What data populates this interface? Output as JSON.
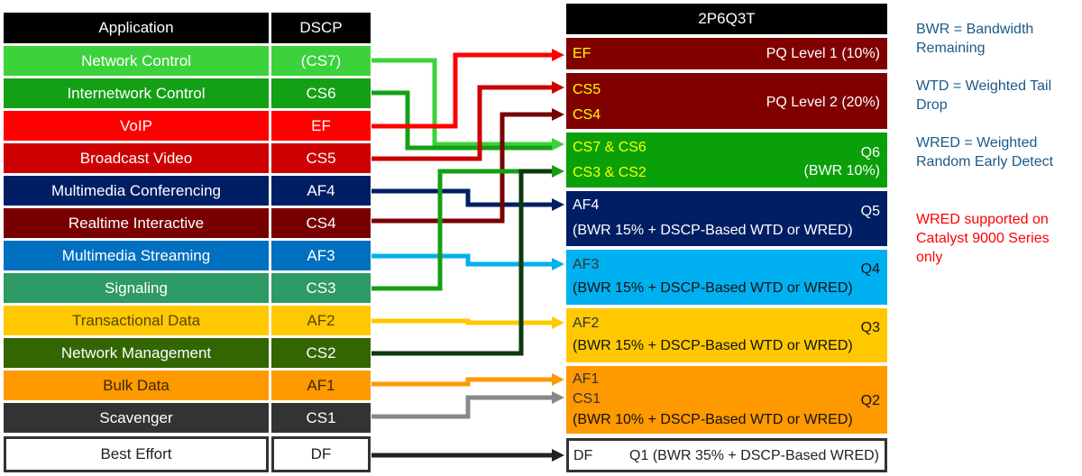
{
  "header": {
    "application": "Application",
    "dscp": "DSCP",
    "queuing": "2P6Q3T"
  },
  "rows": [
    {
      "app": "Network Control",
      "dscp": "(CS7)",
      "bg": "#3cd23c",
      "fg": "#ffffff"
    },
    {
      "app": "Internetwork Control",
      "dscp": "CS6",
      "bg": "#14a014",
      "fg": "#ffffff"
    },
    {
      "app": "VoIP",
      "dscp": "EF",
      "bg": "#ff0000",
      "fg": "#ffffff"
    },
    {
      "app": "Broadcast Video",
      "dscp": "CS5",
      "bg": "#cc0000",
      "fg": "#ffffff"
    },
    {
      "app": "Multimedia Conferencing",
      "dscp": "AF4",
      "bg": "#001e64",
      "fg": "#ffffff"
    },
    {
      "app": "Realtime Interactive",
      "dscp": "CS4",
      "bg": "#780000",
      "fg": "#ffffff"
    },
    {
      "app": "Multimedia Streaming",
      "dscp": "AF3",
      "bg": "#0070c0",
      "fg": "#ffffff"
    },
    {
      "app": "Signaling",
      "dscp": "CS3",
      "bg": "#2e9a64",
      "fg": "#ffffff"
    },
    {
      "app": "Transactional Data",
      "dscp": "AF2",
      "bg": "#ffc800",
      "fg": "#5a4600"
    },
    {
      "app": "Network Management",
      "dscp": "CS2",
      "bg": "#336600",
      "fg": "#ffffff"
    },
    {
      "app": "Bulk Data",
      "dscp": "AF1",
      "bg": "#ff9900",
      "fg": "#3c2800"
    },
    {
      "app": "Scavenger",
      "dscp": "CS1",
      "bg": "#333333",
      "fg": "#ffffff"
    },
    {
      "app": "Best Effort",
      "dscp": "DF",
      "bg": "#ffffff",
      "fg": "#222222"
    }
  ],
  "queues": {
    "ef": {
      "code": "EF",
      "label": "PQ Level 1 (10%)",
      "bg": "#800000"
    },
    "pq2": {
      "code1": "CS5",
      "code2": "CS4",
      "label": "PQ Level 2 (20%)",
      "bg": "#800000"
    },
    "q6": {
      "code1": "CS7 & CS6",
      "code2": "CS3 & CS2",
      "label": "Q6",
      "detail": "(BWR 10%)",
      "bg": "#0aa00a"
    },
    "q5": {
      "code": "AF4",
      "label": "Q5",
      "detail": "(BWR 15% + DSCP-Based WTD or WRED)",
      "bg": "#001e64"
    },
    "q4": {
      "code": "AF3",
      "label": "Q4",
      "detail": "(BWR 15% + DSCP-Based WTD or WRED)",
      "bg": "#00b0f0"
    },
    "q3": {
      "code": "AF2",
      "label": "Q3",
      "detail": "(BWR 15% + DSCP-Based WTD or WRED)",
      "bg": "#ffc800"
    },
    "q2": {
      "code1": "AF1",
      "code2": "CS1",
      "label": "Q2",
      "detail": "(BWR 10% + DSCP-Based WTD or WRED)",
      "bg": "#ff9900"
    },
    "q1": {
      "code": "DF",
      "label": "Q1 (BWR 35% + DSCP-Based WRED)",
      "bg": "#ffffff"
    }
  },
  "legend": {
    "bwr": "BWR = Bandwidth Remaining",
    "wtd": "WTD = Weighted Tail Drop",
    "wred": "WRED = Weighted Random Early Detect",
    "note": "WRED supported on Catalyst 9000 Series only"
  },
  "colors": {
    "yellow_text": "#ffff00",
    "legend_blue": "#1a5a8a",
    "note_red": "#ff0000"
  }
}
